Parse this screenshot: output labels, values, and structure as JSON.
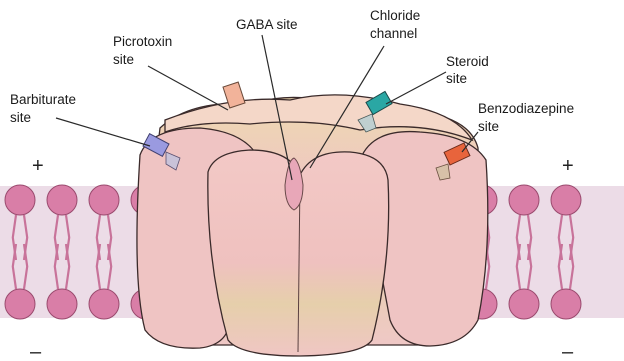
{
  "labels": {
    "picrotoxin": [
      "Picrotoxin",
      "site"
    ],
    "gaba": [
      "GABA site"
    ],
    "chloride": [
      "Chloride",
      "channel"
    ],
    "steroid": [
      "Steroid",
      "site"
    ],
    "barbiturate": [
      "Barbiturate",
      "site"
    ],
    "benzodiazepine": [
      "Benzodiazepine",
      "site"
    ]
  },
  "signs": {
    "top_left": "+",
    "top_right": "+",
    "bottom_left": "–",
    "bottom_right": "–"
  },
  "colors": {
    "membrane_band": "#ecdce7",
    "lipid_head": "#d97ea7",
    "lipid_tail": "#c8739a",
    "receptor_fill": "#f0c8c0",
    "receptor_stroke": "#3a2a2a",
    "receptor_top": "#e4d2a8",
    "picrotoxin_site": "#f2b39a",
    "gaba_site": "#e8a7b8",
    "steroid_site": "#2aa7a4",
    "barbiturate_site": "#9a9ae0",
    "benzodiazepine_site": "#e8643c"
  }
}
